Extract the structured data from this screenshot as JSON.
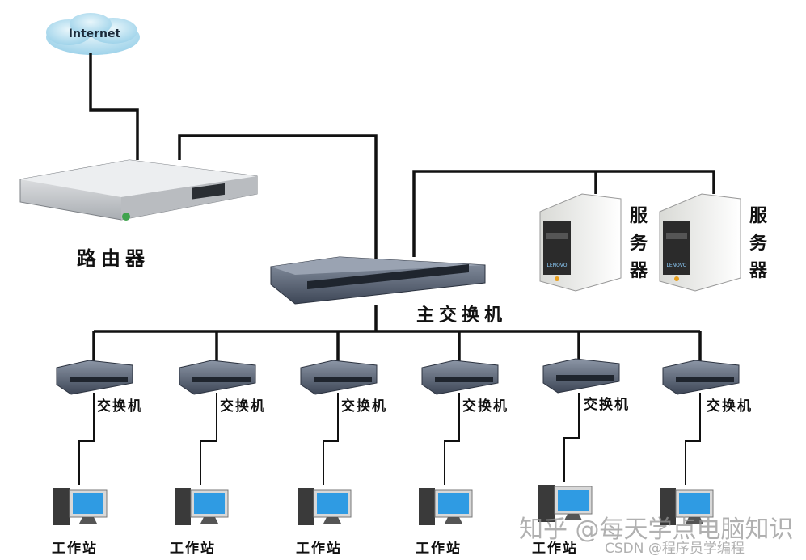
{
  "diagram": {
    "internet_label": "Internet",
    "router_label": "路由器",
    "main_switch_label": "主交换机",
    "server_label": "服务器",
    "server_brand": "LENOVO",
    "switch_label": "交换机",
    "workstation_label": "工作站",
    "watermark_zhihu": "知乎 @每天学点电脑知识",
    "watermark_csdn": "CSDN @程序员学编程"
  },
  "colors": {
    "line": "#111111",
    "cloud": "#bfe3f2",
    "switch_body": "#4a5566",
    "router_body": "#d8dadc",
    "server_body": "#f4f4f0",
    "monitor_screen": "#2f9be3"
  }
}
